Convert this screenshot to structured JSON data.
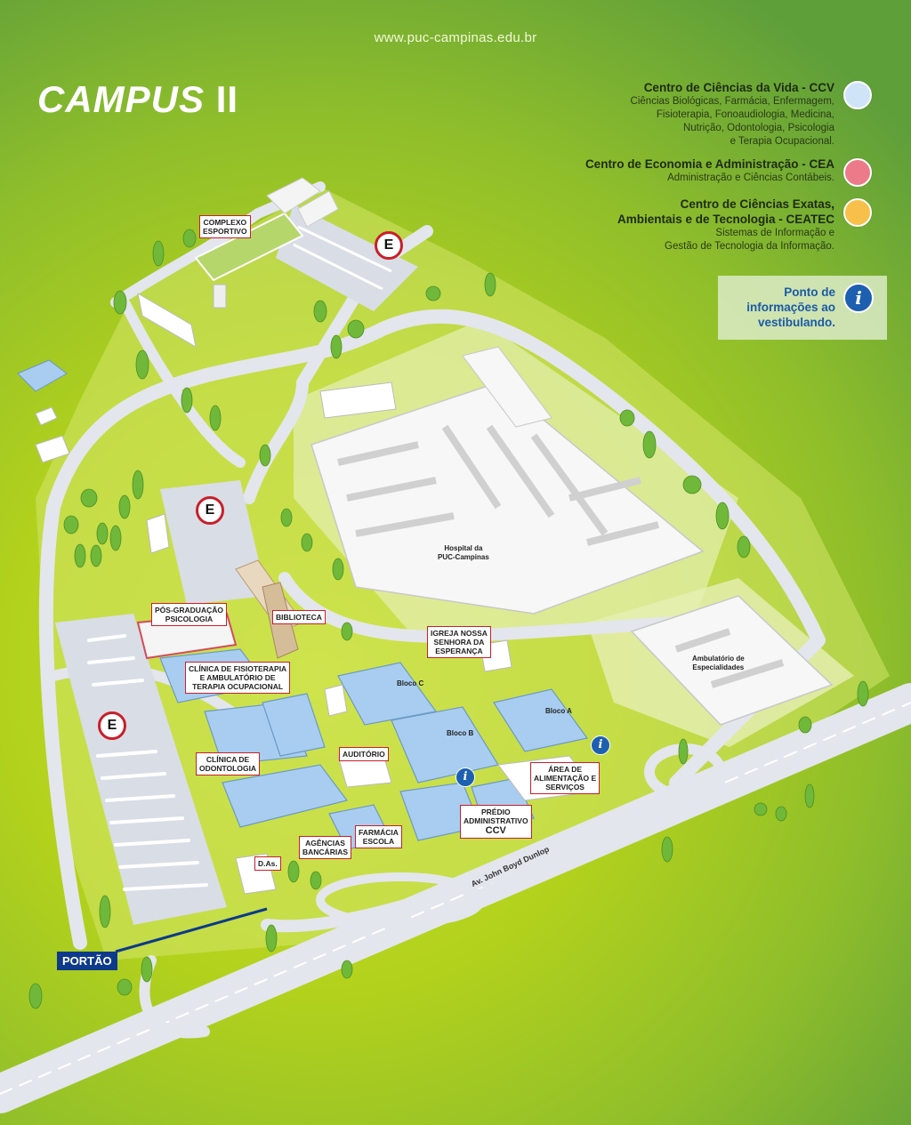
{
  "header": {
    "url": "www.puc-campinas.edu.br",
    "title_main": "CAMPUS",
    "title_roman": "II"
  },
  "legend": [
    {
      "heading": "Centro de Ciências da Vida - CCV",
      "lines": [
        "Ciências Biológicas, Farmácia, Enfermagem,",
        "Fisioterapia, Fonoaudiologia, Medicina,",
        "Nutrição, Odontologia, Psicologia",
        "e Terapia Ocupacional."
      ],
      "color": "#cfe4f7"
    },
    {
      "heading": "Centro de Economia e Administração - CEA",
      "lines": [
        "Administração e Ciências Contábeis."
      ],
      "color": "#ec7a89"
    },
    {
      "heading_lines": [
        "Centro de Ciências Exatas,",
        "Ambientais e de Tecnologia - CEATEC"
      ],
      "lines": [
        "Sistemas de Informação e",
        "Gestão de Tecnologia da Informação."
      ],
      "color": "#f7c04a"
    }
  ],
  "info_point": {
    "lines": [
      "Ponto de",
      "informações ao",
      "vestibulando."
    ],
    "icon": "info-icon",
    "icon_glyph": "i",
    "color": "#1d5fb0"
  },
  "parking_glyph": "E",
  "labels": {
    "complexo": [
      "COMPLEXO",
      "ESPORTIVO"
    ],
    "pos": [
      "PÓS-GRADUAÇÃO",
      "PSICOLOGIA"
    ],
    "biblioteca": "BIBLIOTECA",
    "igreja": [
      "IGREJA NOSSA",
      "SENHORA DA",
      "ESPERANÇA"
    ],
    "fisio": [
      "CLÍNICA DE FISIOTERAPIA",
      "E AMBULATÓRIO DE",
      "TERAPIA OCUPACIONAL"
    ],
    "odonto": [
      "CLÍNICA DE",
      "ODONTOLOGIA"
    ],
    "auditorio": "AUDITÓRIO",
    "alimentacao": [
      "ÁREA DE",
      "ALIMENTAÇÃO E",
      "SERVIÇOS"
    ],
    "predio": [
      "PRÉDIO",
      "ADMINISTRATIVO",
      "CCV"
    ],
    "agencias": [
      "AGÊNCIAS",
      "BANCÁRIAS"
    ],
    "farmacia": [
      "FARMÁCIA",
      "ESCOLA"
    ],
    "das": "D.As.",
    "hospital": [
      "Hospital da",
      "PUC-Campinas"
    ],
    "ambulatorio": [
      "Ambulatório de",
      "Especialidades"
    ],
    "bloco_a": "Bloco A",
    "bloco_b": "Bloco B",
    "bloco_c": "Bloco C",
    "avenida": "Av. John Boyd Dunlop",
    "portao": "PORTÃO"
  }
}
